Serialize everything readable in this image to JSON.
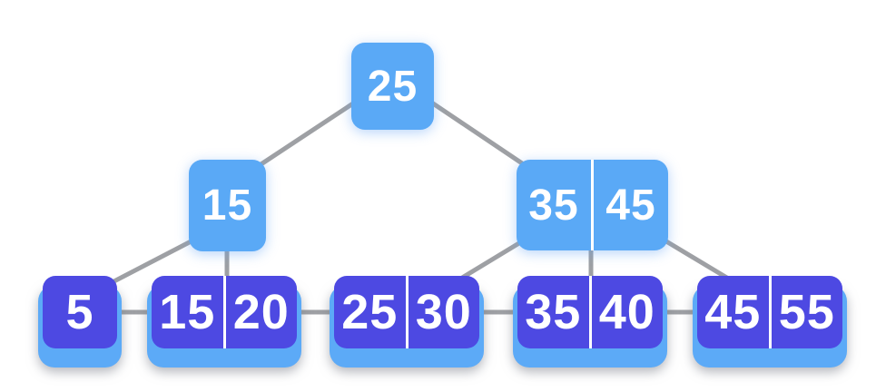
{
  "colors": {
    "background": "#ffffff",
    "internal-fill": "#5aa9f6",
    "leaf-fill": "#4d49e2",
    "leaf-base-fill": "#5caaf7",
    "edge": "#9ea0a4",
    "key-text": "#ffffff"
  },
  "tree": {
    "kind": "b-plus-tree",
    "internal_nodes": [
      {
        "id": "root",
        "level": 0,
        "keys": [
          "25"
        ],
        "children": [
          "internal-15",
          "internal-35-45"
        ]
      },
      {
        "id": "internal-15",
        "level": 1,
        "keys": [
          "15"
        ],
        "children": [
          "leaf-5",
          "leaf-15-20"
        ]
      },
      {
        "id": "internal-35-45",
        "level": 1,
        "keys": [
          "35",
          "45"
        ],
        "children": [
          "leaf-25-30",
          "leaf-35-40",
          "leaf-45-55"
        ]
      }
    ],
    "leaf_nodes": [
      {
        "id": "leaf-5",
        "keys": [
          "5"
        ]
      },
      {
        "id": "leaf-15-20",
        "keys": [
          "15",
          "20"
        ]
      },
      {
        "id": "leaf-25-30",
        "keys": [
          "25",
          "30"
        ]
      },
      {
        "id": "leaf-35-40",
        "keys": [
          "35",
          "40"
        ]
      },
      {
        "id": "leaf-45-55",
        "keys": [
          "45",
          "55"
        ]
      }
    ],
    "leaf_chain": [
      "leaf-5",
      "leaf-15-20",
      "leaf-25-30",
      "leaf-35-40",
      "leaf-45-55"
    ]
  }
}
